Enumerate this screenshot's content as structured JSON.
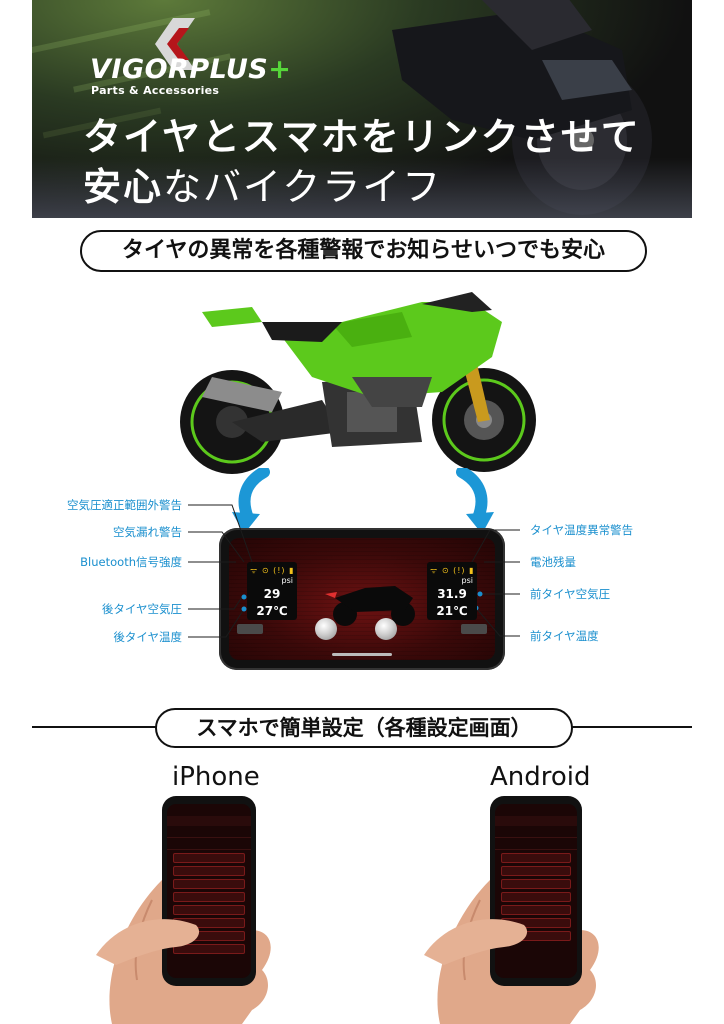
{
  "hero": {
    "brand_name": "VIGORPLUS",
    "brand_plus": "+",
    "brand_sub": "Parts & Accessories",
    "headline_line1": "タイヤとスマホをリンクさせて",
    "headline_line2_bold": "安心",
    "headline_line2_rest": "なバイクライフ"
  },
  "section1": {
    "heading": "タイヤの異常を各種警報でお知らせいつでも安心"
  },
  "display": {
    "left_panel": {
      "icons": "ᯤ ⊙ (!) ▮",
      "unit": "psi",
      "pressure": "29",
      "temperature": "27℃"
    },
    "right_panel": {
      "icons": "ᯤ ⊙ (!) ▮",
      "unit": "psi",
      "pressure": "31.9",
      "temperature": "21℃"
    }
  },
  "callouts": {
    "left": [
      "空気圧適正範囲外警告",
      "空気漏れ警告",
      "Bluetooth信号強度",
      "後タイヤ空気圧",
      "後タイヤ温度"
    ],
    "right": [
      "タイヤ温度異常警告",
      "電池残量",
      "前タイヤ空気圧",
      "前タイヤ温度"
    ]
  },
  "section2": {
    "heading": "スマホで簡単設定（各種設定画面）",
    "iphone_label": "iPhone",
    "android_label": "Android"
  },
  "colors": {
    "accent_blue": "#1a8fce",
    "brand_green": "#56d63a",
    "moto_green": "#5cc91c"
  }
}
